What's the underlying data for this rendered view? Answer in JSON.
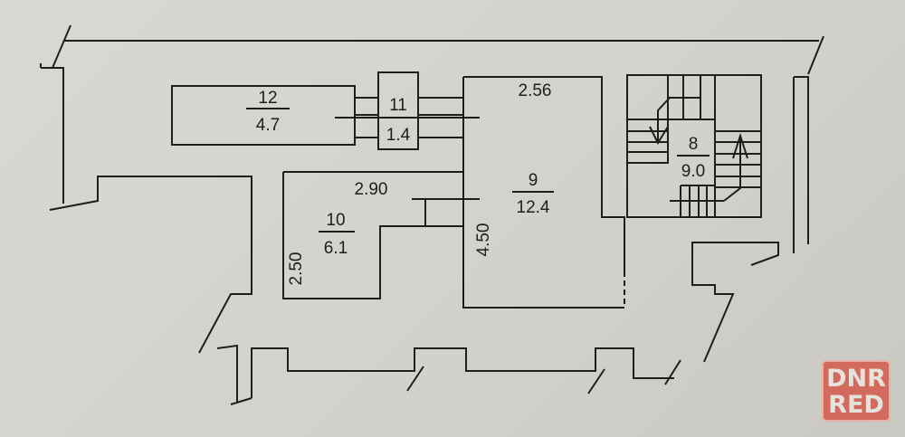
{
  "rooms": [
    {
      "number": "12",
      "area": "4.7"
    },
    {
      "number": "11",
      "area": "1.4"
    },
    {
      "number": "9",
      "area": "12.4"
    },
    {
      "number": "10",
      "area": "6.1"
    },
    {
      "number": "8",
      "area": "9.0"
    }
  ],
  "dimensions": {
    "room9_width": "2.56",
    "room10_width": "2.90",
    "room9_length": "4.50",
    "room10_length": "2.50"
  },
  "watermark": {
    "line1": "DNR",
    "line2": "RED"
  }
}
